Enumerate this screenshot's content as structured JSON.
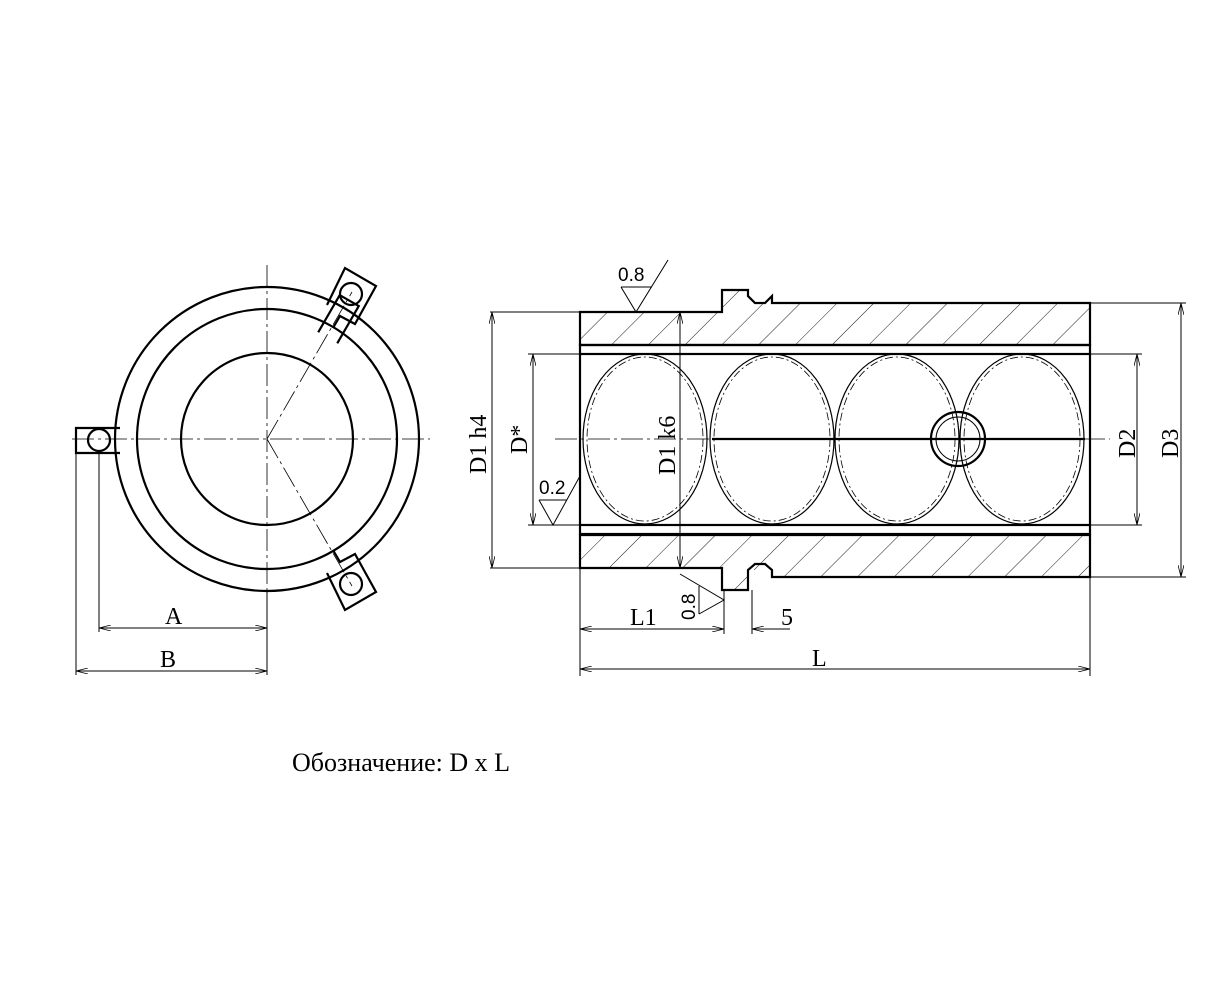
{
  "dimensions": {
    "A": "A",
    "B": "B",
    "D1h4": "D1 h4",
    "Dstar": "D*",
    "D1k6": "D1 k6",
    "D2": "D2",
    "D3": "D3",
    "L1": "L1",
    "L": "L",
    "groove_width": "5"
  },
  "roughness": {
    "top": "0.8",
    "inner": "0.2",
    "groove": "0.8"
  },
  "designation": "Обозначение: D x L"
}
